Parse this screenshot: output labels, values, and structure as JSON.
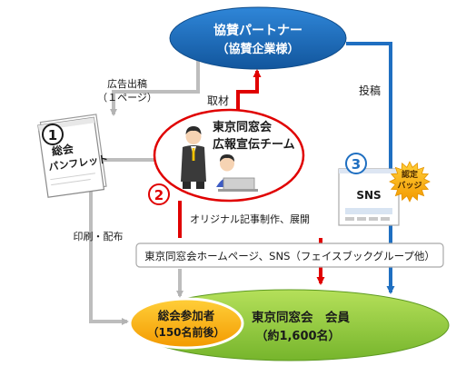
{
  "partner": {
    "line1": "協賛パートナー",
    "line2": "（協賛企業様）"
  },
  "team": {
    "line1": "東京同窓会",
    "line2": "広報宣伝チーム"
  },
  "pamphlet": {
    "line1": "総会",
    "line2": "パンフレット"
  },
  "sns_card": {
    "label": "SNS"
  },
  "badge": {
    "line1": "認定",
    "line2": "バッジ"
  },
  "homepage_bar": {
    "label": "東京同窓会ホームページ、SNS（フェイスブックグループ他）"
  },
  "participants": {
    "line1": "総会参加者",
    "line2": "（150名前後）"
  },
  "members": {
    "line1": "東京同窓会　会員",
    "line2": "（約1,600名）"
  },
  "labels": {
    "ad_line1": "広告出稿",
    "ad_line2": "（１ページ）",
    "interview": "取材",
    "post": "投稿",
    "article": "オリジナル記事制作、展開",
    "print": "印刷・配布"
  },
  "steps": {
    "one": "1",
    "two": "2",
    "three": "3"
  },
  "colors": {
    "blue": "#1f6fc1",
    "red": "#e00000",
    "green": "#8ec63f",
    "orange": "#f7a600",
    "gray": "#bdbdbd"
  }
}
